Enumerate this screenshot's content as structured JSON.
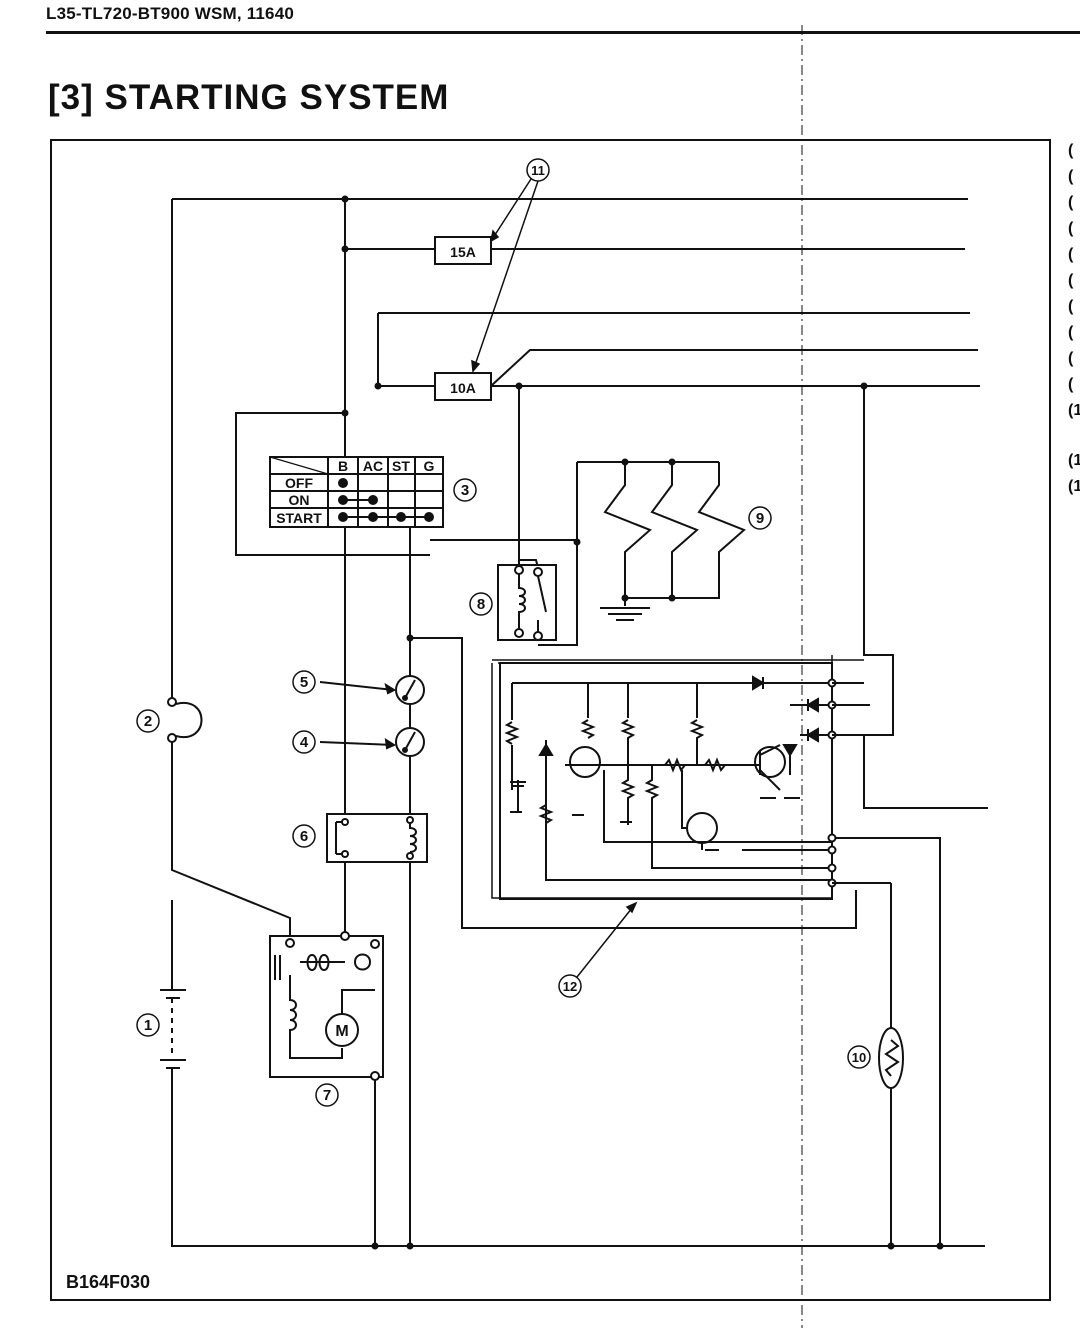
{
  "header": {
    "doc_id": "L35-TL720-BT900  WSM, 11640"
  },
  "section": {
    "title": "[3] STARTING SYSTEM"
  },
  "figure": {
    "code": "B164F030",
    "fuses": {
      "fuse_15a": "15A",
      "fuse_10a": "10A"
    },
    "key_switch": {
      "columns": [
        "B",
        "AC",
        "ST",
        "G"
      ],
      "rows": [
        "OFF",
        "ON",
        "START"
      ]
    },
    "callouts": {
      "c1": "1",
      "c2": "2",
      "c3": "3",
      "c4": "4",
      "c5": "5",
      "c6": "6",
      "c7": "7",
      "c8": "8",
      "c9": "9",
      "c10": "10",
      "c11": "11",
      "c12": "12"
    },
    "motor_label": "M"
  },
  "side_margin": {
    "items": [
      "(",
      "(",
      "(",
      "(",
      "(",
      "(",
      "(",
      "(",
      "(",
      "(",
      "(1",
      "(1",
      "(1"
    ]
  }
}
